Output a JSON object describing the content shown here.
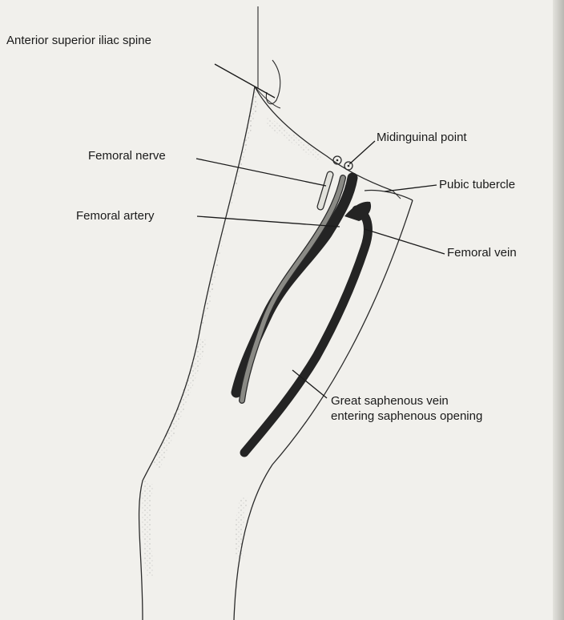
{
  "labels": {
    "anterior_superior_iliac_spine": "Anterior superior iliac spine",
    "midinguinal_point": "Midinguinal point",
    "femoral_nerve": "Femoral nerve",
    "pubic_tubercle": "Pubic tubercle",
    "femoral_artery": "Femoral artery",
    "femoral_vein": "Femoral vein",
    "great_saphenous_vein_line1": "Great saphenous vein",
    "great_saphenous_vein_line2": "entering saphenous opening"
  },
  "colors": {
    "background": "#f1f0ec",
    "outline": "#2a2a2a",
    "nerve": "#e2e2dc",
    "artery": "#8a8a85",
    "vein": "#242424"
  }
}
